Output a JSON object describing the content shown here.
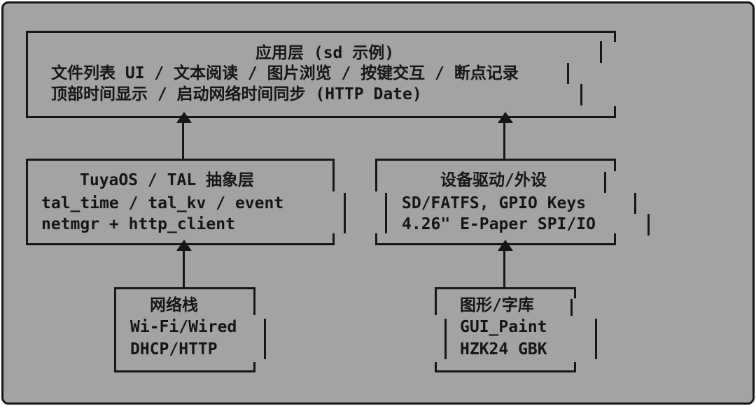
{
  "colors": {
    "board": "#a3a3a3",
    "ink": "#161616",
    "page": "#ffffff"
  },
  "icons": {
    "arrow_up_icon": "▲"
  },
  "diagram": {
    "app_layer": {
      "title": "应用层 (sd 示例)",
      "line2": "文件列表 UI / 文本阅读 / 图片浏览 / 按键交互 / 断点记录",
      "line3": "顶部时间显示 / 启动网络时间同步 (HTTP Date)"
    },
    "tal_layer": {
      "title": "TuyaOS / TAL 抽象层",
      "line2": "tal_time / tal_kv / event",
      "line3": "netmgr + http_client"
    },
    "driver_layer": {
      "title": "设备驱动/外设",
      "line2": "SD/FATFS, GPIO Keys",
      "line3": "4.26\" E-Paper SPI/IO"
    },
    "network_stack": {
      "title": "网络栈",
      "line2": "Wi-Fi/Wired",
      "line3": "DHCP/HTTP"
    },
    "graphics_fonts": {
      "title": "图形/字库",
      "line2": "GUI_Paint",
      "line3": "HZK24 GBK"
    }
  }
}
